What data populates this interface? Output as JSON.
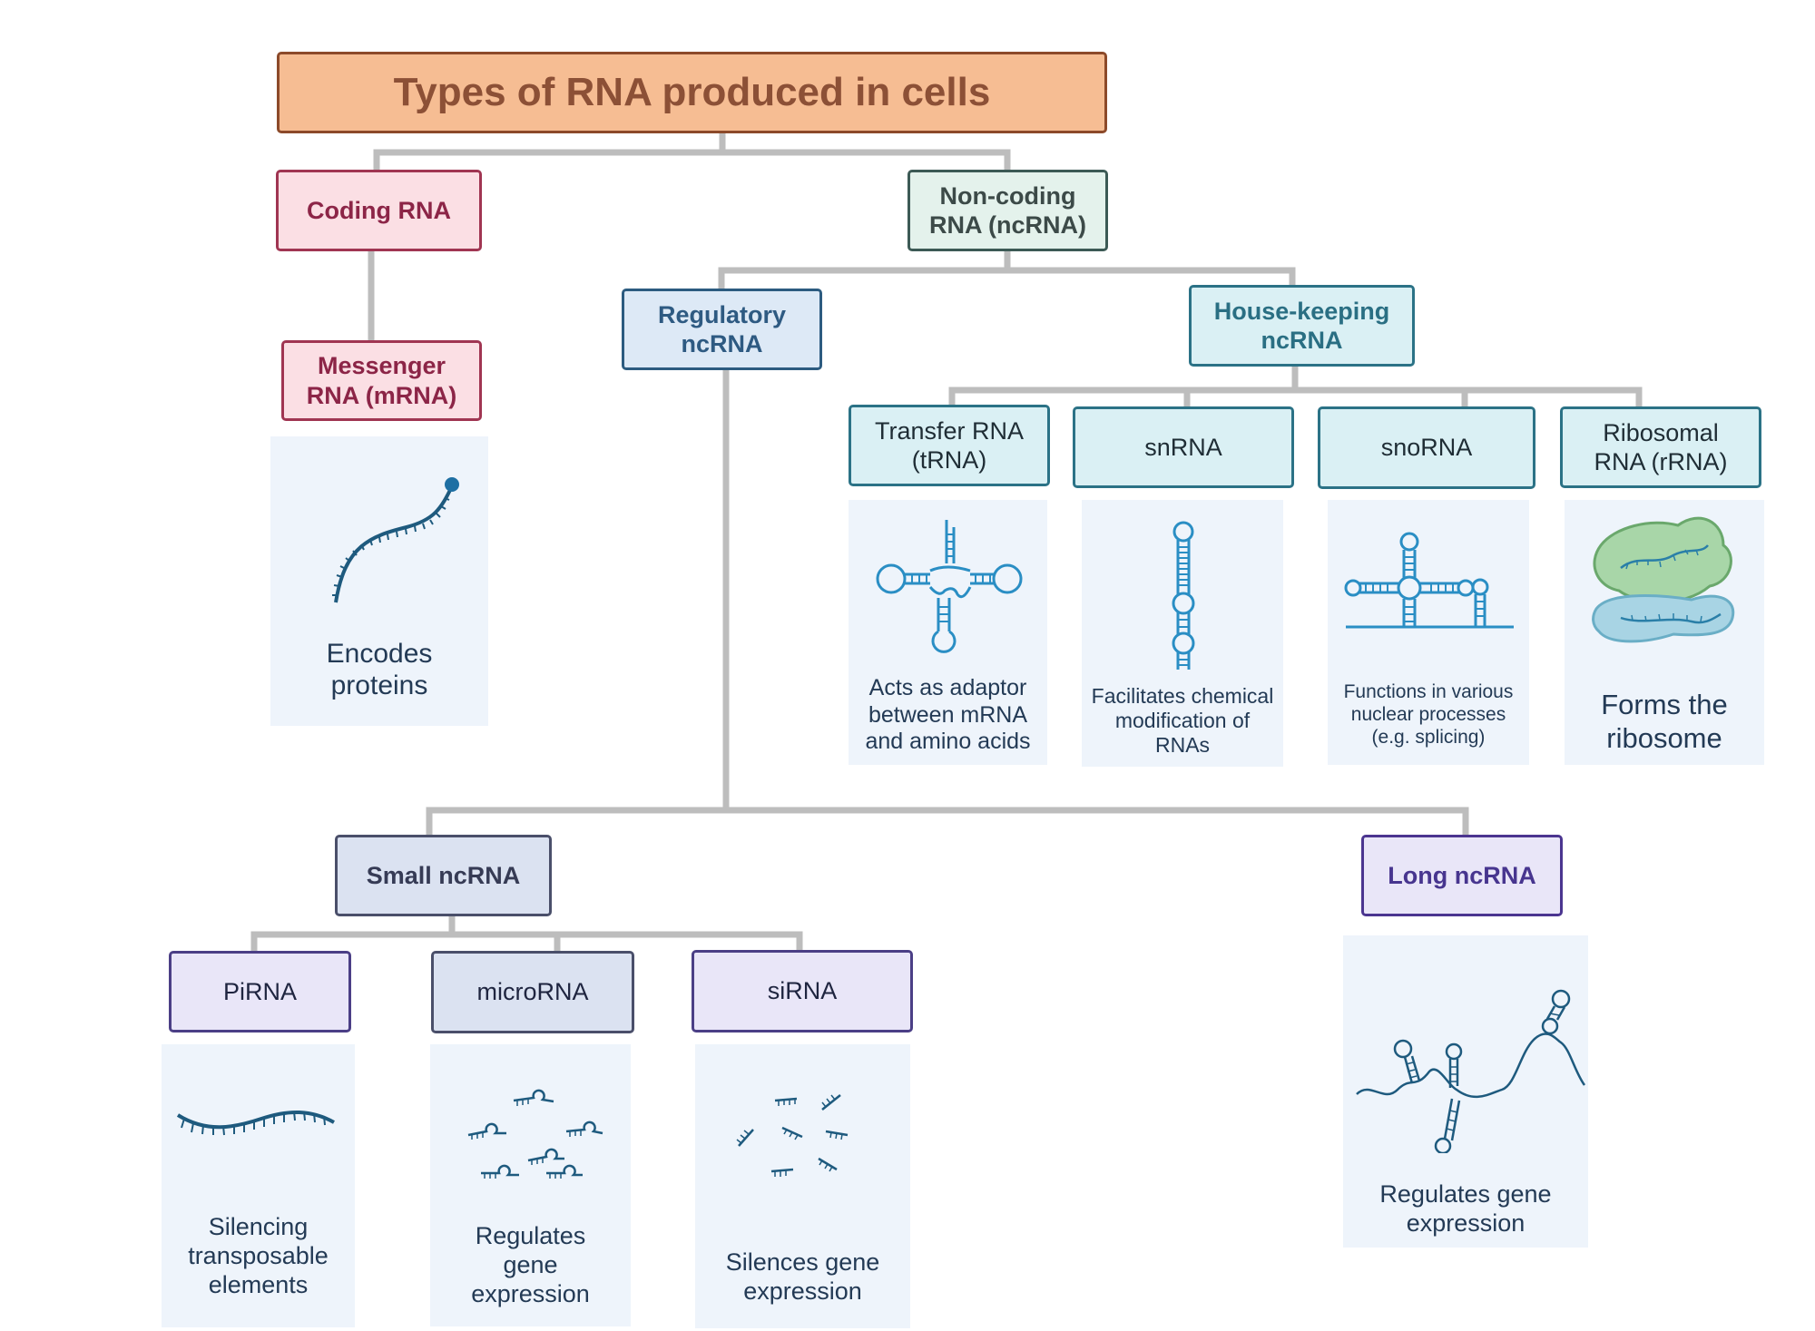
{
  "title": "Types of RNA produced in cells",
  "nodes": {
    "coding": "Coding RNA",
    "noncoding": "Non-coding\nRNA (ncRNA)",
    "mrna": "Messenger\nRNA (mRNA)",
    "regulatory": "Regulatory\nncRNA",
    "housekeeping": "House-keeping\nncRNA",
    "trna": "Transfer RNA\n(tRNA)",
    "snrna": "snRNA",
    "snorna": "snoRNA",
    "rrna": "Ribosomal\nRNA (rRNA)",
    "small": "Small ncRNA",
    "long": "Long ncRNA",
    "pirna": "PiRNA",
    "microrna": "microRNA",
    "sirna": "siRNA"
  },
  "descriptions": {
    "mrna": "Encodes\nproteins",
    "trna": "Acts as adaptor\nbetween mRNA\nand amino acids",
    "snrna": "Facilitates chemical\nmodification of\nRNAs",
    "snorna": "Functions in various\nnuclear processes\n(e.g. splicing)",
    "rrna": "Forms the\nribosome",
    "pirna": "Silencing\ntransposable\nelements",
    "microrna": "Regulates\ngene\nexpression",
    "sirna": "Silences gene\nexpression",
    "long": "Regulates gene\nexpression"
  },
  "colors": {
    "connector": "#bdbdbd",
    "strand": "#1e5a7e",
    "panel": "#eef4fb"
  }
}
